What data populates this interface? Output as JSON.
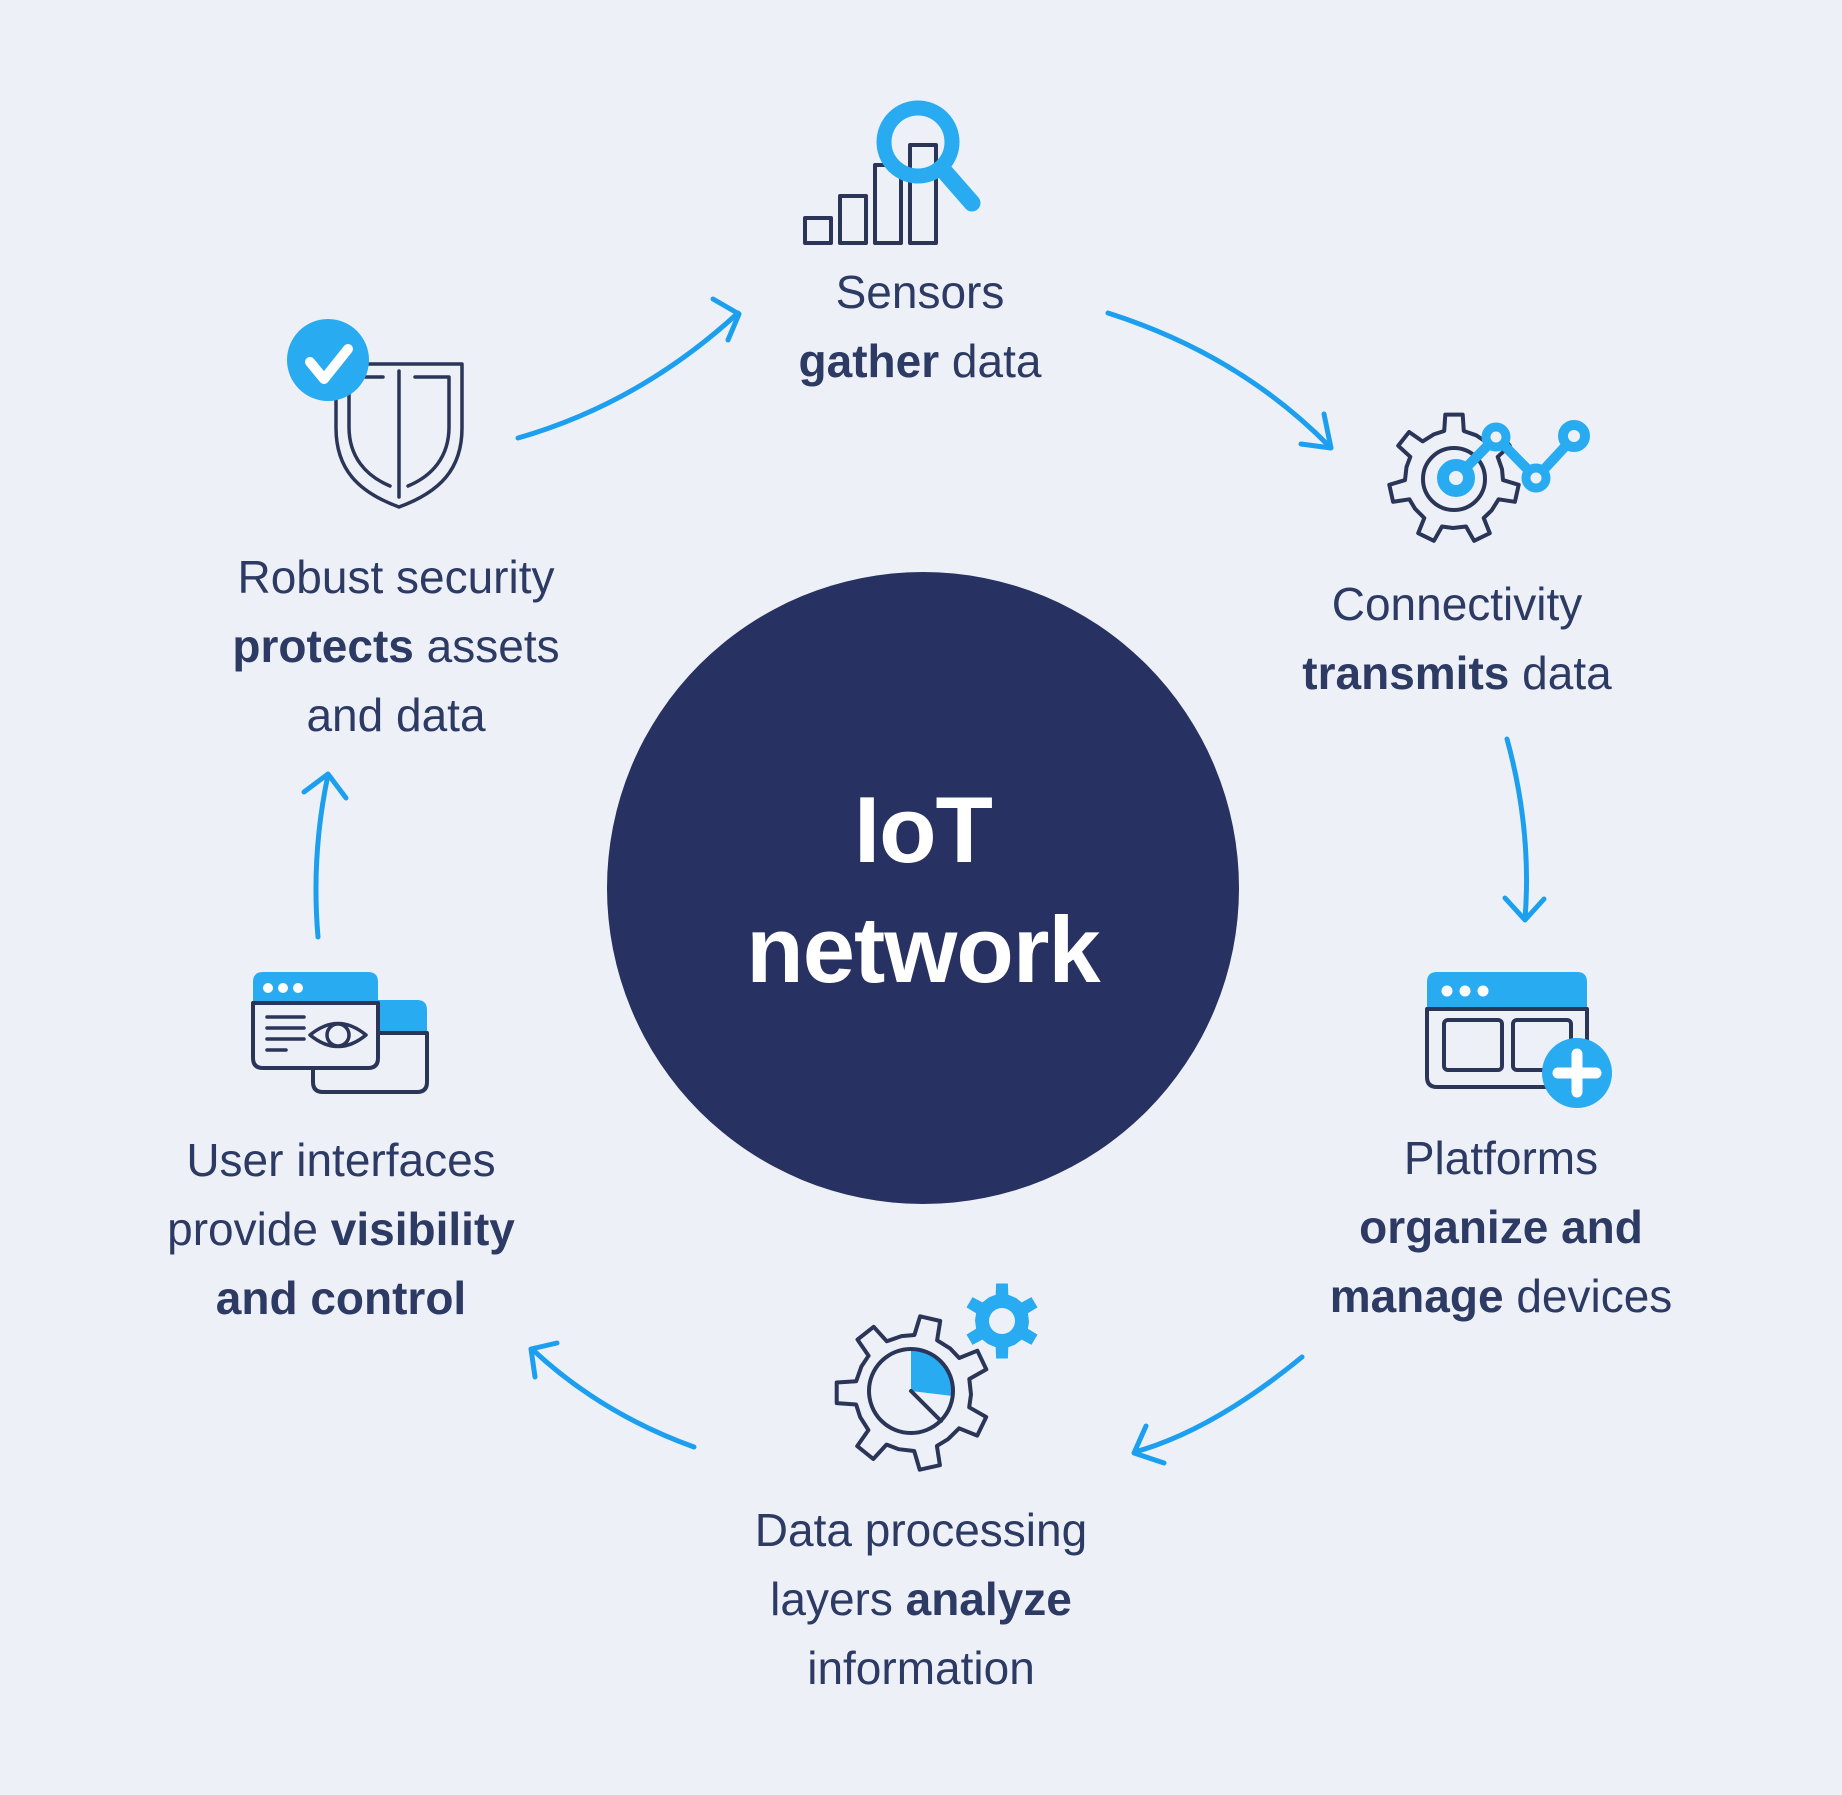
{
  "colors": {
    "background": "#EDF1F7",
    "navy": "#273162",
    "text": "#2C3A64",
    "outline": "#2A3558",
    "accent": "#29ABF2",
    "arrow": "#1D9FF0",
    "white": "#FFFFFF"
  },
  "center": {
    "title_line1": "IoT",
    "title_line2": "network"
  },
  "nodes": [
    {
      "id": "sensors",
      "icon": "bar-chart-magnifier-icon",
      "lines": [
        [
          {
            "t": "Sensors",
            "b": false
          }
        ],
        [
          {
            "t": "gather",
            "b": true
          },
          {
            "t": " data",
            "b": false
          }
        ]
      ]
    },
    {
      "id": "connectivity",
      "icon": "gear-network-icon",
      "lines": [
        [
          {
            "t": "Connectivity",
            "b": false
          }
        ],
        [
          {
            "t": "transmits",
            "b": true
          },
          {
            "t": " data",
            "b": false
          }
        ]
      ]
    },
    {
      "id": "platforms",
      "icon": "browser-plus-icon",
      "lines": [
        [
          {
            "t": "Platforms",
            "b": false
          }
        ],
        [
          {
            "t": "organize and",
            "b": true
          }
        ],
        [
          {
            "t": "manage",
            "b": true
          },
          {
            "t": " devices",
            "b": false
          }
        ]
      ]
    },
    {
      "id": "data-processing",
      "icon": "gear-pie-icon",
      "lines": [
        [
          {
            "t": "Data processing",
            "b": false
          }
        ],
        [
          {
            "t": "layers ",
            "b": false
          },
          {
            "t": "analyze",
            "b": true
          }
        ],
        [
          {
            "t": "information",
            "b": false
          }
        ]
      ]
    },
    {
      "id": "user-interfaces",
      "icon": "windows-eye-icon",
      "lines": [
        [
          {
            "t": "User interfaces",
            "b": false
          }
        ],
        [
          {
            "t": "provide ",
            "b": false
          },
          {
            "t": "visibility",
            "b": true
          }
        ],
        [
          {
            "t": "and control",
            "b": true
          }
        ]
      ]
    },
    {
      "id": "security",
      "icon": "shield-check-icon",
      "lines": [
        [
          {
            "t": "Robust security",
            "b": false
          }
        ],
        [
          {
            "t": "protects",
            "b": true
          },
          {
            "t": " assets",
            "b": false
          }
        ],
        [
          {
            "t": "and data",
            "b": false
          }
        ]
      ]
    }
  ]
}
